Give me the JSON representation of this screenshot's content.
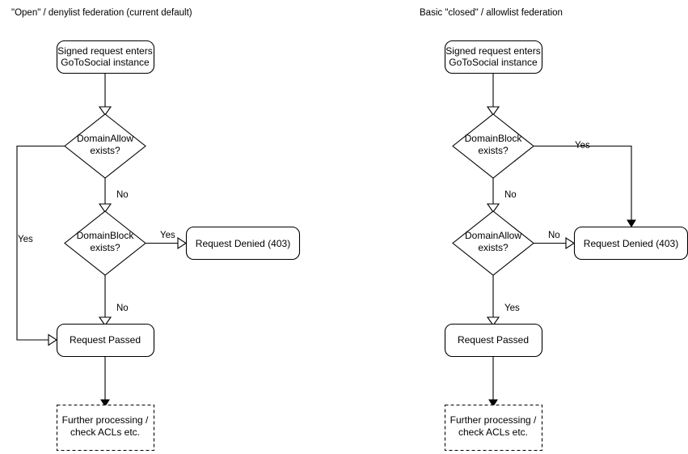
{
  "diagram": {
    "type": "flowchart",
    "description": "Two side-by-side federation decision flowcharts for GoToSocial",
    "columns": [
      {
        "id": "open-denylist",
        "title": "\"Open\" / denylist federation (current default)",
        "nodes": [
          {
            "id": "entry",
            "shape": "rounded-rect",
            "label_line1": "Signed request enters",
            "label_line2": "GoToSocial instance"
          },
          {
            "id": "domain-allow",
            "shape": "diamond",
            "label_line1": "DomainAllow",
            "label_line2": "exists?"
          },
          {
            "id": "domain-block",
            "shape": "diamond",
            "label_line1": "DomainBlock",
            "label_line2": "exists?"
          },
          {
            "id": "request-denied",
            "shape": "rounded-rect",
            "label_line1": "Request Denied (403)",
            "label_line2": ""
          },
          {
            "id": "request-passed",
            "shape": "rounded-rect",
            "label_line1": "Request Passed",
            "label_line2": ""
          },
          {
            "id": "further-processing",
            "shape": "dashed-rect",
            "label_line1": "Further processing /",
            "label_line2": "check ACLs etc."
          }
        ],
        "edges": [
          {
            "from": "entry",
            "to": "domain-allow",
            "label": ""
          },
          {
            "from": "domain-allow",
            "to": "request-passed",
            "label": "Yes"
          },
          {
            "from": "domain-allow",
            "to": "domain-block",
            "label": "No"
          },
          {
            "from": "domain-block",
            "to": "request-denied",
            "label": "Yes"
          },
          {
            "from": "domain-block",
            "to": "request-passed",
            "label": "No"
          },
          {
            "from": "request-passed",
            "to": "further-processing",
            "label": ""
          }
        ]
      },
      {
        "id": "closed-allowlist",
        "title": "Basic \"closed\" / allowlist federation",
        "nodes": [
          {
            "id": "entry",
            "shape": "rounded-rect",
            "label_line1": "Signed request enters",
            "label_line2": "GoToSocial instance"
          },
          {
            "id": "domain-block",
            "shape": "diamond",
            "label_line1": "DomainBlock",
            "label_line2": "exists?"
          },
          {
            "id": "domain-allow",
            "shape": "diamond",
            "label_line1": "DomainAllow",
            "label_line2": "exists?"
          },
          {
            "id": "request-denied",
            "shape": "rounded-rect",
            "label_line1": "Request Denied (403)",
            "label_line2": ""
          },
          {
            "id": "request-passed",
            "shape": "rounded-rect",
            "label_line1": "Request Passed",
            "label_line2": ""
          },
          {
            "id": "further-processing",
            "shape": "dashed-rect",
            "label_line1": "Further processing /",
            "label_line2": "check ACLs etc."
          }
        ],
        "edges": [
          {
            "from": "entry",
            "to": "domain-block",
            "label": ""
          },
          {
            "from": "domain-block",
            "to": "request-denied",
            "label": "Yes"
          },
          {
            "from": "domain-block",
            "to": "domain-allow",
            "label": "No"
          },
          {
            "from": "domain-allow",
            "to": "request-denied",
            "label": "No"
          },
          {
            "from": "domain-allow",
            "to": "request-passed",
            "label": "Yes"
          },
          {
            "from": "request-passed",
            "to": "further-processing",
            "label": ""
          }
        ]
      }
    ],
    "colors": {
      "background": "#ffffff",
      "stroke": "#000000",
      "text": "#000000",
      "shape_fill": "#ffffff"
    }
  }
}
